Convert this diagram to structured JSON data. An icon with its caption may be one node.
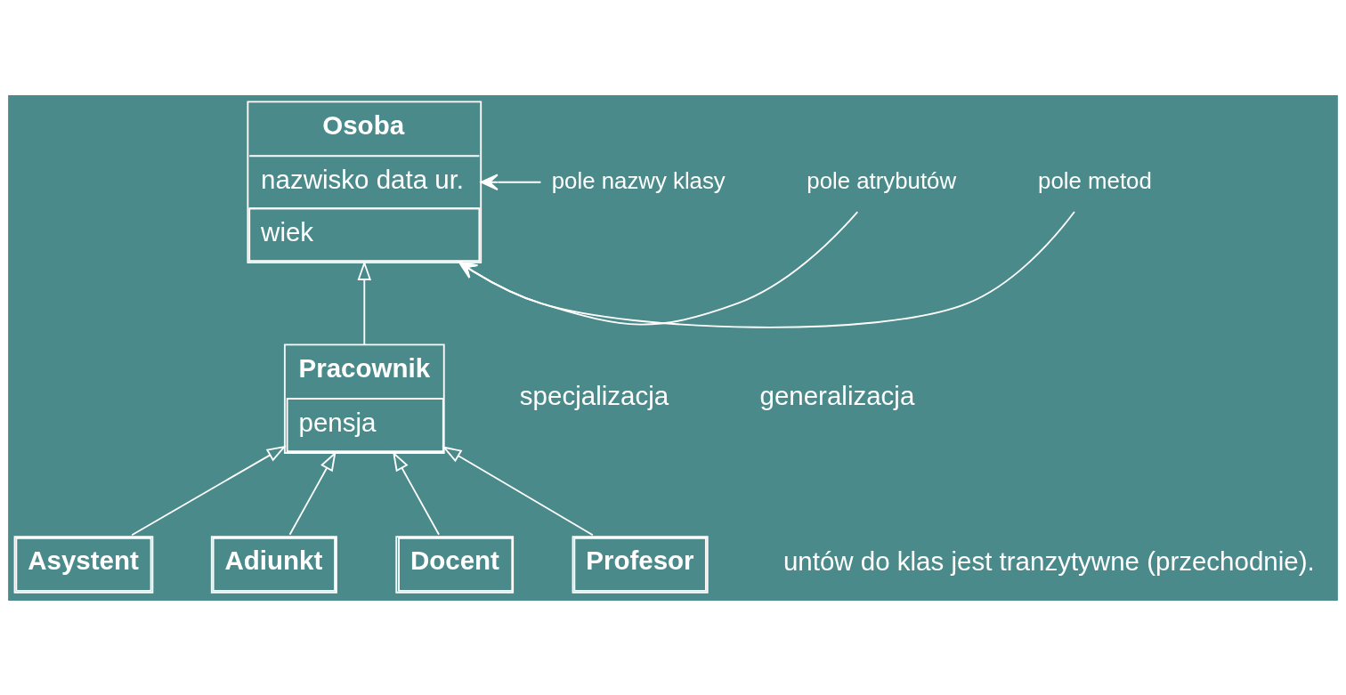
{
  "diagram": {
    "nodes": [
      {
        "text": [
          "Osoba",
          "nazwisko data ur.",
          "wiek"
        ]
      },
      {
        "text": [
          "pole nazwy klasy"
        ]
      },
      {
        "text": [
          "pole atrybutów"
        ]
      },
      {
        "text": [
          "pole metod"
        ]
      },
      {
        "text": [
          "Pracownik",
          "pensja"
        ]
      },
      {
        "text": [
          "Asystent"
        ]
      },
      {
        "text": [
          "Adiunkt"
        ]
      },
      {
        "text": [
          "Docent"
        ]
      },
      {
        "text": [
          "Profesor"
        ]
      }
    ],
    "edges": [
      {
        "from": 1,
        "to": 0,
        "arrow": "to"
      },
      {
        "from": 2,
        "to": 0,
        "arrow": "to"
      },
      {
        "from": 3,
        "to": 0,
        "arrow": "to"
      },
      {
        "from": 4,
        "to": 0,
        "arrow": "to"
      },
      {
        "from": 5,
        "to": 4,
        "arrow": "to"
      },
      {
        "from": 6,
        "to": 4,
        "arrow": "to"
      },
      {
        "from": 7,
        "to": 4,
        "arrow": "to"
      },
      {
        "from": 8,
        "to": 4,
        "arrow": "to"
      }
    ],
    "labels": [
      "untów do klas jest tranzytywne (przechodnie).",
      "specjalizacja",
      "generalizacja"
    ]
  }
}
